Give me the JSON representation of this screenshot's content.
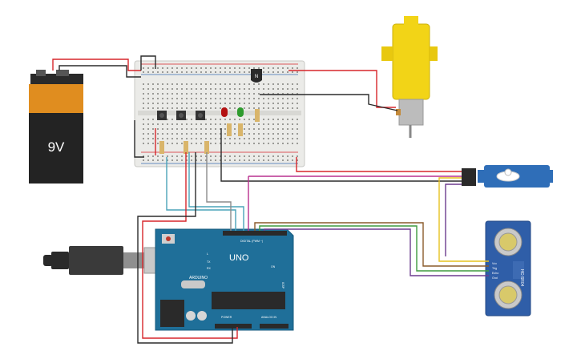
{
  "battery": {
    "label": "9V"
  },
  "transistor": {
    "label": "N"
  },
  "arduino": {
    "brand": "ARDUINO",
    "model": "UNO",
    "digital_label": "DIGITAL (PWM ~)",
    "power_label": "POWER",
    "analog_label": "ANALOG IN",
    "icsp_label": "ICSP",
    "tx_label": "TX",
    "rx_label": "RX",
    "l_label": "L",
    "on_label": "ON"
  },
  "ultrasonic": {
    "model": "HC-SR04",
    "pins": [
      "Vcc",
      "Trig",
      "Echo",
      "Gnd"
    ]
  },
  "colors": {
    "wire_red": "#d7262b",
    "wire_black": "#2b2b2b",
    "wire_teal": "#4aa3b8",
    "wire_grey": "#8c8c8c",
    "wire_magenta": "#b8318f",
    "wire_green": "#3f9a3f",
    "wire_brown": "#8a5a2b",
    "wire_yellow": "#e6c21f",
    "wire_purple": "#6d3c8f",
    "arduino_blue": "#1f6f99",
    "breadboard": "#e9e9e6"
  }
}
